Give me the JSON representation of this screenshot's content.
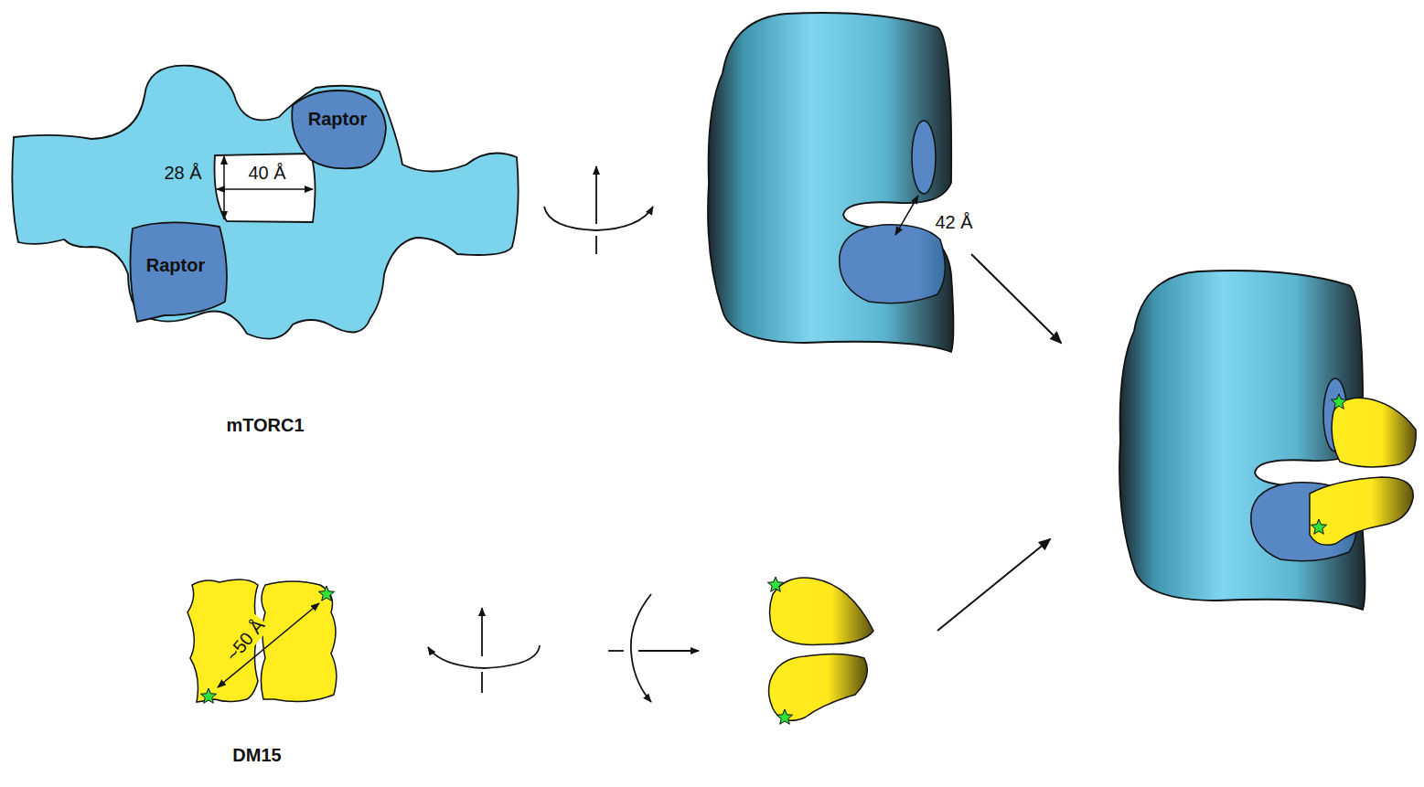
{
  "diagram": {
    "nodes": [
      {
        "text": [
          "mTORC1"
        ]
      },
      {
        "text": [
          "Raptor"
        ],
        "in": 0
      },
      {
        "text": [
          "Raptor"
        ],
        "in": 0
      },
      {
        "text": [
          "DM15"
        ]
      }
    ],
    "labels": [
      "28 Å",
      "40 Å",
      "42 Å",
      "~50 Å"
    ]
  }
}
